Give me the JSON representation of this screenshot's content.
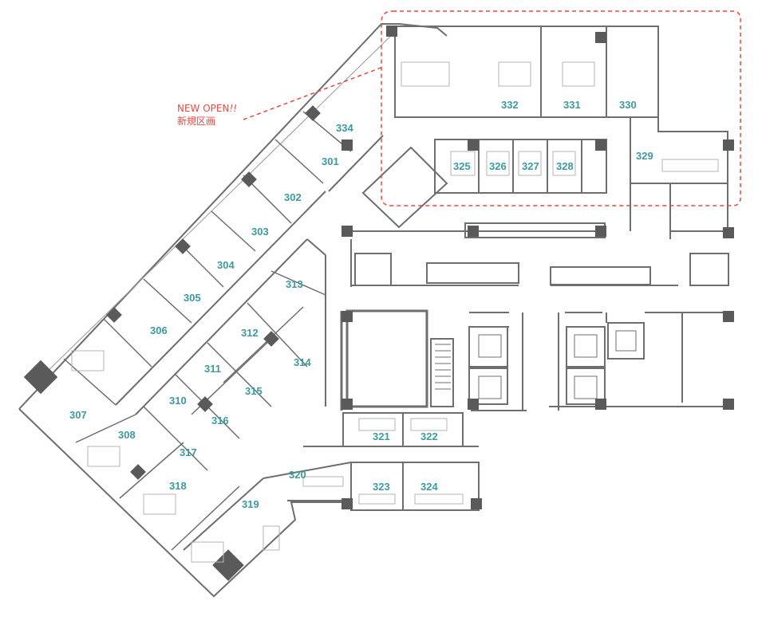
{
  "callout": {
    "line1": "NEW OPEN",
    "line1_mark": "!!",
    "line2": "新規区画"
  },
  "rooms": {
    "r301": "301",
    "r302": "302",
    "r303": "303",
    "r304": "304",
    "r305": "305",
    "r306": "306",
    "r307": "307",
    "r308": "308",
    "r310": "310",
    "r311": "311",
    "r312": "312",
    "r313": "313",
    "r314": "314",
    "r315": "315",
    "r316": "316",
    "r317": "317",
    "r318": "318",
    "r319": "319",
    "r320": "320",
    "r321": "321",
    "r322": "322",
    "r323": "323",
    "r324": "324",
    "r325": "325",
    "r326": "326",
    "r327": "327",
    "r328": "328",
    "r329": "329",
    "r330": "330",
    "r331": "331",
    "r332": "332",
    "r334": "334"
  },
  "colors": {
    "wall": "#6e6e6e",
    "column": "#5a5a5a",
    "room_number": "#3d9aa0",
    "highlight": "#e8493f",
    "furniture": "#b4b4b4"
  }
}
